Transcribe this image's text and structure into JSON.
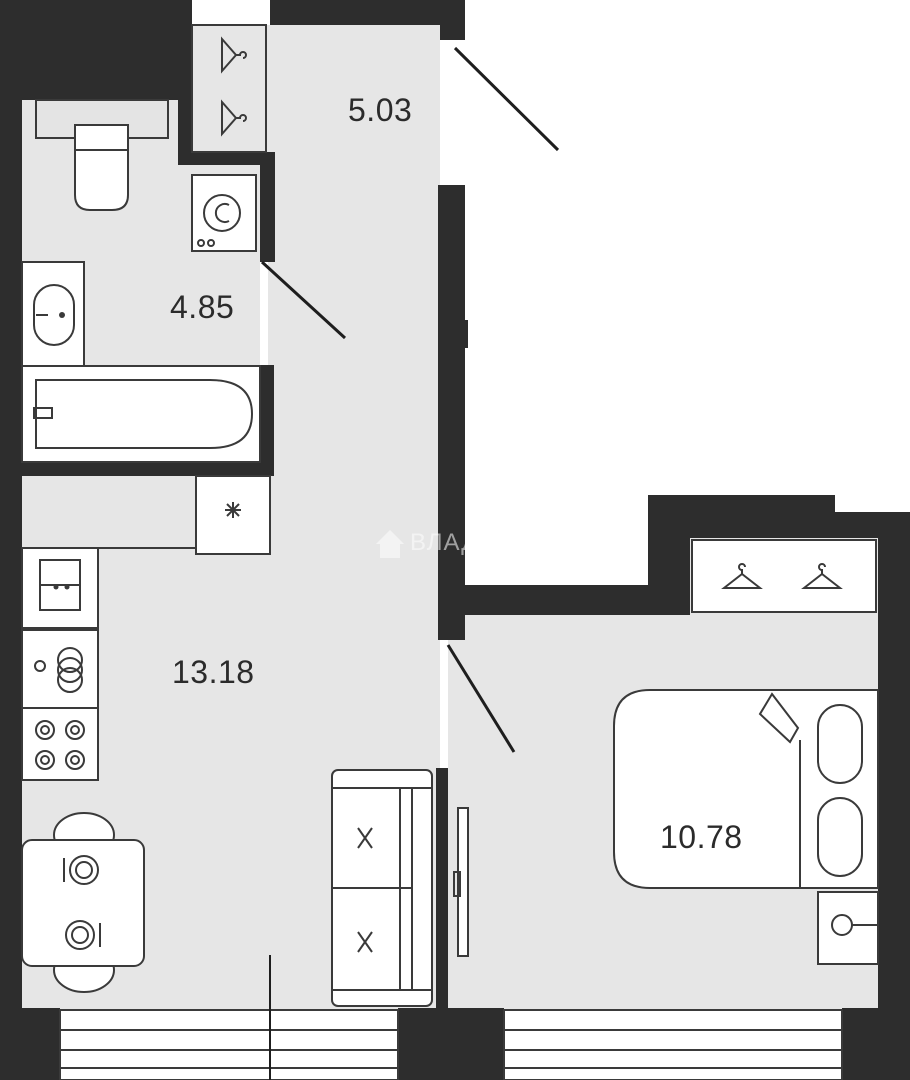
{
  "rooms": [
    {
      "id": "hall",
      "area": "5.03"
    },
    {
      "id": "bathroom",
      "area": "4.85"
    },
    {
      "id": "kitchen-living",
      "area": "13.18"
    },
    {
      "id": "bedroom",
      "area": "10.78"
    }
  ],
  "watermark": {
    "text": "ВЛАДИС"
  },
  "colors": {
    "wall": "#2d2d2d",
    "floor": "#e6e6e6",
    "fixture_stroke": "#3a3a3a",
    "background": "#ffffff"
  }
}
